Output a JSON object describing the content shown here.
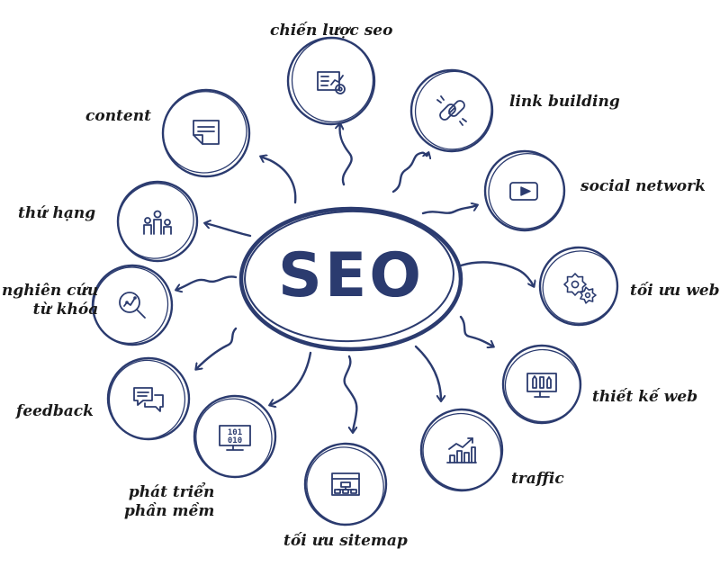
{
  "colors": {
    "ink": "#2b3b6f",
    "label": "#1a1a1a",
    "background": "#ffffff"
  },
  "center": {
    "label": "SEO"
  },
  "nodes": [
    {
      "id": "chien-luoc-seo",
      "label": "chiến lược seo",
      "icon": "strategy-chart-icon"
    },
    {
      "id": "link-building",
      "label": "link building",
      "icon": "chain-link-icon"
    },
    {
      "id": "social-network",
      "label": "social network",
      "icon": "video-play-icon"
    },
    {
      "id": "toi-uu-web",
      "label": "tối ưu web",
      "icon": "gears-icon"
    },
    {
      "id": "thiet-ke-web",
      "label": "thiết kế web",
      "icon": "design-monitor-icon"
    },
    {
      "id": "traffic",
      "label": "traffic",
      "icon": "growth-chart-icon"
    },
    {
      "id": "toi-uu-sitemap",
      "label": "tối ưu sitemap",
      "icon": "sitemap-icon"
    },
    {
      "id": "phat-trien-phan-mem",
      "label": "phát triển\nphần mềm",
      "icon": "binary-monitor-icon"
    },
    {
      "id": "feedback",
      "label": "feedback",
      "icon": "chat-bubbles-icon"
    },
    {
      "id": "nghien-cuu-tu-khoa",
      "label": "nghiên cứu\ntừ khóa",
      "icon": "keyword-search-icon"
    },
    {
      "id": "thu-hang",
      "label": "thứ hạng",
      "icon": "ranking-people-icon"
    },
    {
      "id": "content",
      "label": "content",
      "icon": "document-edit-icon"
    }
  ]
}
